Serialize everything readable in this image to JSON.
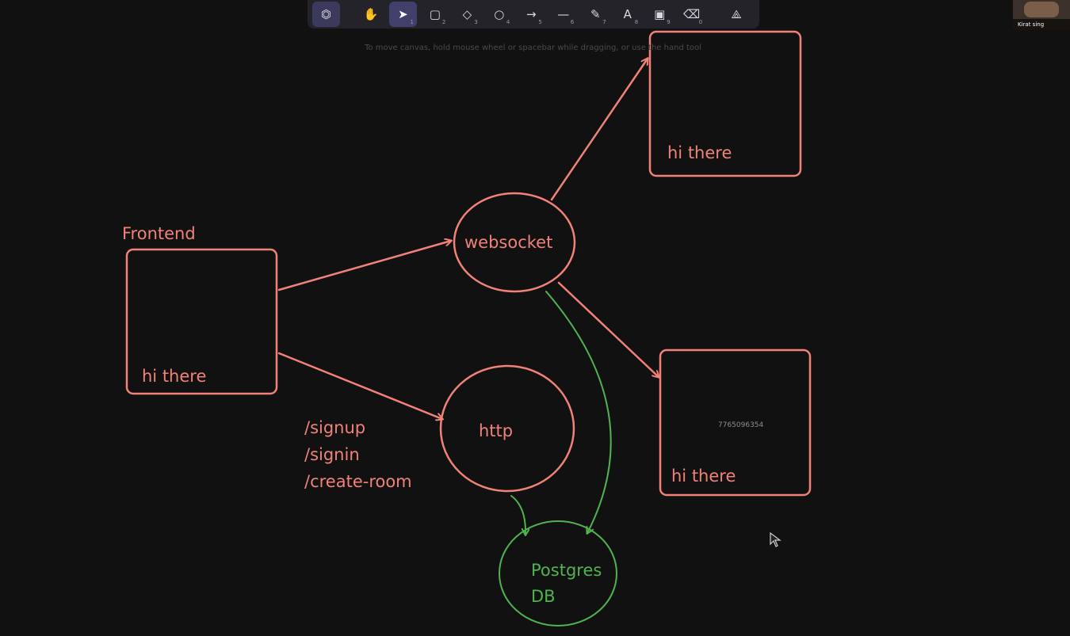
{
  "toolbar": {
    "tools": [
      {
        "name": "lock-tool",
        "icon": "lock-icon",
        "glyph": "⏣",
        "key": ""
      },
      {
        "name": "hand-tool",
        "icon": "hand-icon",
        "glyph": "✋",
        "key": ""
      },
      {
        "name": "selection-tool",
        "icon": "pointer-icon",
        "glyph": "➤",
        "key": "1"
      },
      {
        "name": "rectangle-tool",
        "icon": "rectangle-icon",
        "glyph": "▢",
        "key": "2"
      },
      {
        "name": "diamond-tool",
        "icon": "diamond-icon",
        "glyph": "◇",
        "key": "3"
      },
      {
        "name": "ellipse-tool",
        "icon": "ellipse-icon",
        "glyph": "○",
        "key": "4"
      },
      {
        "name": "arrow-tool",
        "icon": "arrow-icon",
        "glyph": "→",
        "key": "5"
      },
      {
        "name": "line-tool",
        "icon": "line-icon",
        "glyph": "—",
        "key": "6"
      },
      {
        "name": "draw-tool",
        "icon": "pencil-icon",
        "glyph": "✎",
        "key": "7"
      },
      {
        "name": "text-tool",
        "icon": "text-icon",
        "glyph": "A",
        "key": "8"
      },
      {
        "name": "image-tool",
        "icon": "image-icon",
        "glyph": "▣",
        "key": "9"
      },
      {
        "name": "eraser-tool",
        "icon": "eraser-icon",
        "glyph": "⌫",
        "key": "0"
      },
      {
        "name": "library-tool",
        "icon": "shapes-icon",
        "glyph": "⟁",
        "key": ""
      }
    ],
    "hint": "To move canvas, hold mouse wheel or spacebar while dragging, or use the hand tool"
  },
  "diagram": {
    "frontend_label": "Frontend",
    "frontend_box_text": "hi there",
    "websocket_label": "websocket",
    "http_label": "http",
    "routes": [
      "/signup",
      "/signin",
      "/create-room"
    ],
    "top_right_box_text": "hi there",
    "bottom_right_box_text": "hi there",
    "postgres_line1": "Postgres",
    "postgres_line2": "DB",
    "watermark": "7765096354"
  },
  "video": {
    "name": "Kirat sing"
  },
  "colors": {
    "stroke": "#f08278",
    "db": "#4fb34f",
    "background": "#121112"
  }
}
